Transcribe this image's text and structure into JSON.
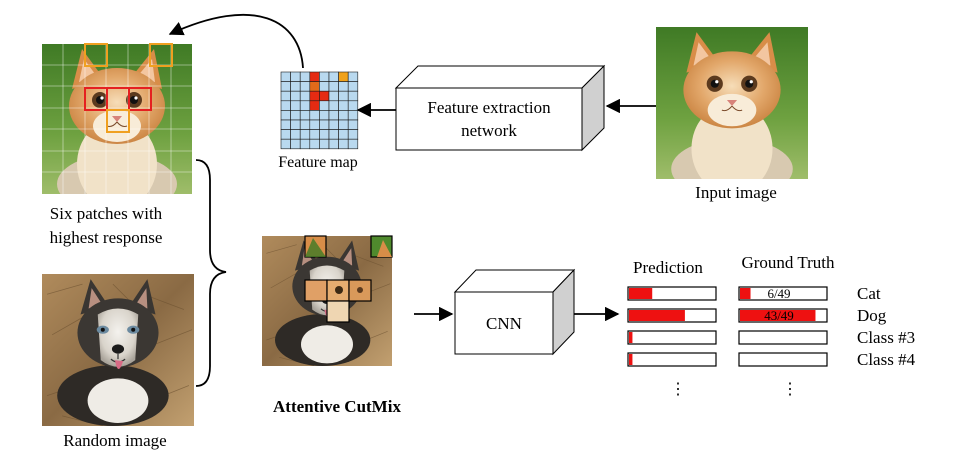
{
  "labels": {
    "feature_extraction_line1": "Feature extraction",
    "feature_extraction_line2": "network",
    "feature_map": "Feature map",
    "input_image": "Input image",
    "six_patches_line1": "Six patches with",
    "six_patches_line2": "highest response",
    "random_image": "Random image",
    "attentive_cutmix": "Attentive CutMix",
    "cnn": "CNN",
    "prediction": "Prediction",
    "ground_truth": "Ground Truth",
    "ellipsis": "⋮"
  },
  "classes": [
    {
      "name": "Cat",
      "prediction": 0.27,
      "ground_truth": 0.1224,
      "gt_label": "6/49"
    },
    {
      "name": "Dog",
      "prediction": 0.65,
      "ground_truth": 0.8776,
      "gt_label": "43/49"
    },
    {
      "name": "Class #3",
      "prediction": 0.04,
      "ground_truth": 0,
      "gt_label": ""
    },
    {
      "name": "Class #4",
      "prediction": 0.04,
      "ground_truth": 0,
      "gt_label": ""
    }
  ],
  "colors": {
    "bar_fill": "#ee1111",
    "feature_cell": "#b9d9ef",
    "feature_cell_red": "#e52b12",
    "feature_cell_orange": "#f0a11a",
    "feature_cell_darkorange": "#e26a1a",
    "patch_red": "#e52020",
    "patch_orange": "#f0a020"
  }
}
